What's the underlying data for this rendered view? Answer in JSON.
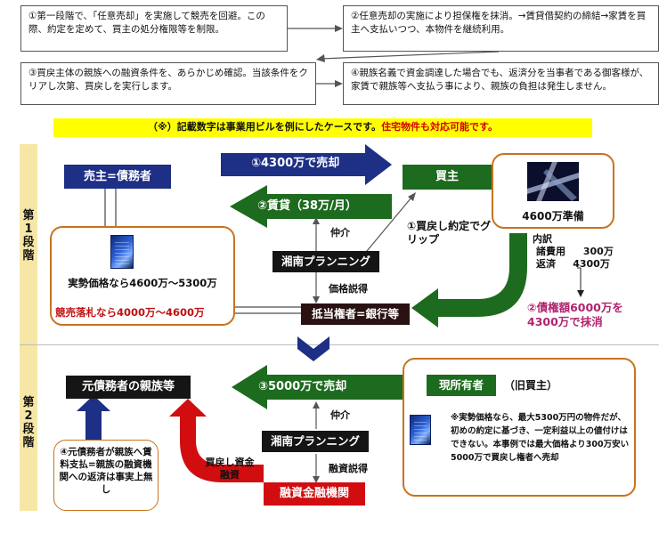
{
  "steps": {
    "s1": "①第一段階で、「任意売却」を実施して競売を回避。この際、約定を定めて、買主の処分権限等を制限。",
    "s2": "②任意売却の実施により担保権を抹消。→賃貸借契約の締結→家賃を買主へ支払いつつ、本物件を継続利用。",
    "s3": "③買戻主体の親族への融資条件を、あらかじめ確認。当該条件をクリアし次第、買戻しを実行します。",
    "s4": "④親族名義で資金調達した場合でも、返済分を当事者である御客様が、家賃で親族等へ支払う事により、親族の負担は発生しません。"
  },
  "notice": {
    "main": "（※）記載数字は事業用ビルを例にしたケースです。",
    "red": "住宅物件も対応可能です。"
  },
  "phase1": {
    "label": "第1段階",
    "seller": "売主=債務者",
    "arrow_sale": "①4300万で売却",
    "arrow_rent": "②賃貸（38万/月）",
    "buyer": "買主",
    "buyer_funds": "4600万準備",
    "note_buyback": "①買戻し約定でグリップ",
    "intermediary": "仲介",
    "broker": "湘南プランニング",
    "price_persuade": "価格説得",
    "lienholder": "抵当権者=銀行等",
    "value_actual": "実勢価格なら4600万～5300万",
    "value_auction": "競売落札なら4000万～4600万",
    "breakdown": {
      "title": "内訳",
      "cost_label": "諸費用",
      "cost_value": "300万",
      "repay_label": "返済",
      "repay_value": "4300万"
    },
    "debt_cleared": "②債権額6000万を4300万で抹消"
  },
  "phase2": {
    "label": "第2段階",
    "relatives": "元債務者の親族等",
    "arrow_sale": "③5000万で売却",
    "current_owner": "現所有者",
    "former_buyer": "（旧買主）",
    "owner_note": "※実勢価格なら、最大5300万円の物件だが、初めの約定に基づき、一定利益以上の値付けはできない。本事例では最大価格より300万安い5000万で買戻し権者へ売却",
    "intermediary": "仲介",
    "broker": "湘南プランニング",
    "loan_persuade": "融資説得",
    "lender": "融資金融機関",
    "buyback_funding": "買戻し資金融資",
    "repayment_note": "④元債務者が親族へ賃料支払=親族の融資機関への返済は事実上無し"
  },
  "colors": {
    "navy": "#1e2f86",
    "green": "#1d6b1e",
    "red": "#d10d10",
    "orange": "#c8731e",
    "yellow": "#ffff00",
    "band": "#f6e7a6"
  }
}
